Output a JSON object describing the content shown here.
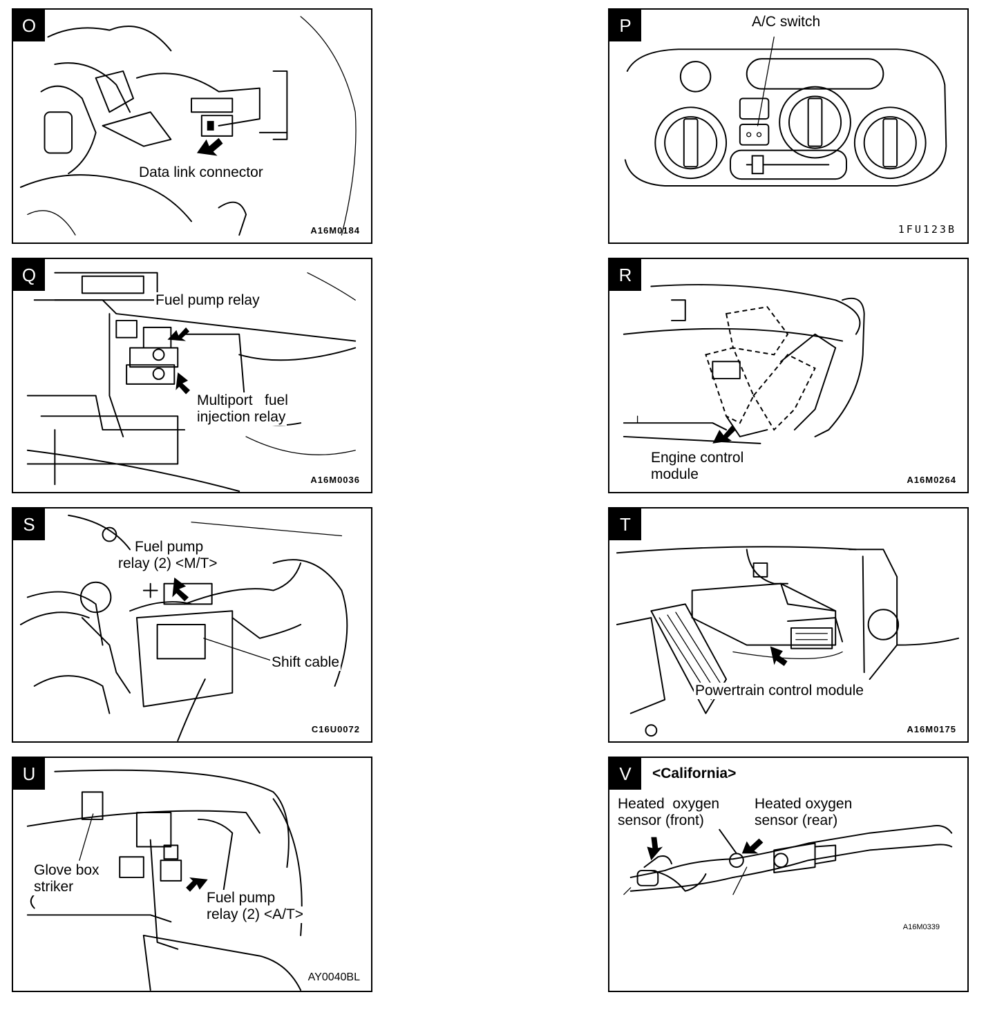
{
  "panels": {
    "O": {
      "letter": "O",
      "labels": [
        "Data link connector"
      ],
      "code": "A16M0184"
    },
    "P": {
      "letter": "P",
      "labels": [
        "A/C switch"
      ],
      "code": "1FU123B"
    },
    "Q": {
      "letter": "Q",
      "labels": [
        "Fuel pump relay",
        "Multiport   fuel",
        "injection relay"
      ],
      "code": "A16M0036"
    },
    "R": {
      "letter": "R",
      "labels": [
        "Engine control",
        "module"
      ],
      "code": "A16M0264"
    },
    "S": {
      "letter": "S",
      "labels": [
        "Fuel pump",
        "relay (2) <M/T>",
        "Shift cable"
      ],
      "code": "C16U0072"
    },
    "T": {
      "letter": "T",
      "labels": [
        "Powertrain control module"
      ],
      "code": "A16M0175"
    },
    "U": {
      "letter": "U",
      "labels": [
        "Glove box",
        "striker",
        "Fuel pump",
        "relay (2) <A/T>"
      ],
      "code": "AY0040BL"
    },
    "V": {
      "letter": "V",
      "labels": [
        "<California>",
        "Heated  oxygen",
        "sensor (front)",
        "Heated oxygen",
        "sensor (rear)"
      ],
      "code": "A16M0339"
    }
  }
}
